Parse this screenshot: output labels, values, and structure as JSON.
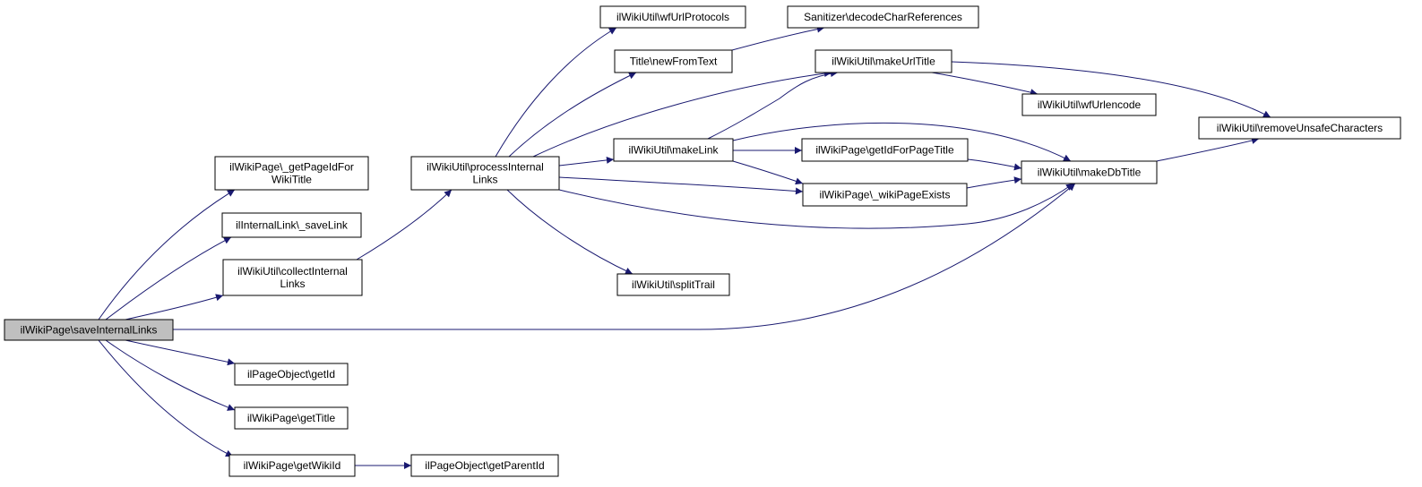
{
  "colors": {
    "edge": "#191970",
    "root_fill": "#bfbfbf",
    "node_fill": "#ffffff",
    "node_border": "#000000"
  },
  "nodes": [
    {
      "id": "saveInternalLinks",
      "lines": [
        "ilWikiPage\\saveInternalLinks"
      ],
      "root": true
    },
    {
      "id": "getPageIdForWikiTitle",
      "lines": [
        "ilWikiPage\\_getPageIdFor",
        "WikiTitle"
      ]
    },
    {
      "id": "saveLink",
      "lines": [
        "ilInternalLink\\_saveLink"
      ]
    },
    {
      "id": "collectInternalLinks",
      "lines": [
        "ilWikiUtil\\collectInternal",
        "Links"
      ]
    },
    {
      "id": "getId",
      "lines": [
        "ilPageObject\\getId"
      ]
    },
    {
      "id": "getTitle",
      "lines": [
        "ilWikiPage\\getTitle"
      ]
    },
    {
      "id": "getWikiId",
      "lines": [
        "ilWikiPage\\getWikiId"
      ]
    },
    {
      "id": "getParentId",
      "lines": [
        "ilPageObject\\getParentId"
      ]
    },
    {
      "id": "processInternalLinks",
      "lines": [
        "ilWikiUtil\\processInternal",
        "Links"
      ]
    },
    {
      "id": "wfUrlProtocols",
      "lines": [
        "ilWikiUtil\\wfUrlProtocols"
      ]
    },
    {
      "id": "newFromText",
      "lines": [
        "Title\\newFromText"
      ]
    },
    {
      "id": "makeLink",
      "lines": [
        "ilWikiUtil\\makeLink"
      ]
    },
    {
      "id": "splitTrail",
      "lines": [
        "ilWikiUtil\\splitTrail"
      ]
    },
    {
      "id": "decodeCharReferences",
      "lines": [
        "Sanitizer\\decodeCharReferences"
      ]
    },
    {
      "id": "makeUrlTitle",
      "lines": [
        "ilWikiUtil\\makeUrlTitle"
      ]
    },
    {
      "id": "getIdForPageTitle",
      "lines": [
        "ilWikiPage\\getIdForPageTitle"
      ]
    },
    {
      "id": "wikiPageExists",
      "lines": [
        "ilWikiPage\\_wikiPageExists"
      ]
    },
    {
      "id": "wfUrlencode",
      "lines": [
        "ilWikiUtil\\wfUrlencode"
      ]
    },
    {
      "id": "makeDbTitle",
      "lines": [
        "ilWikiUtil\\makeDbTitle"
      ]
    },
    {
      "id": "removeUnsafeCharacters",
      "lines": [
        "ilWikiUtil\\removeUnsafeCharacters"
      ]
    }
  ],
  "edges": [
    {
      "from": "saveInternalLinks",
      "to": "getPageIdForWikiTitle"
    },
    {
      "from": "saveInternalLinks",
      "to": "saveLink"
    },
    {
      "from": "saveInternalLinks",
      "to": "collectInternalLinks"
    },
    {
      "from": "saveInternalLinks",
      "to": "makeDbTitle"
    },
    {
      "from": "saveInternalLinks",
      "to": "getId"
    },
    {
      "from": "saveInternalLinks",
      "to": "getTitle"
    },
    {
      "from": "saveInternalLinks",
      "to": "getWikiId"
    },
    {
      "from": "collectInternalLinks",
      "to": "processInternalLinks"
    },
    {
      "from": "getWikiId",
      "to": "getParentId"
    },
    {
      "from": "processInternalLinks",
      "to": "wfUrlProtocols"
    },
    {
      "from": "processInternalLinks",
      "to": "newFromText"
    },
    {
      "from": "processInternalLinks",
      "to": "makeUrlTitle"
    },
    {
      "from": "processInternalLinks",
      "to": "makeLink"
    },
    {
      "from": "processInternalLinks",
      "to": "wikiPageExists"
    },
    {
      "from": "processInternalLinks",
      "to": "makeDbTitle"
    },
    {
      "from": "processInternalLinks",
      "to": "splitTrail"
    },
    {
      "from": "newFromText",
      "to": "decodeCharReferences"
    },
    {
      "from": "makeLink",
      "to": "makeUrlTitle"
    },
    {
      "from": "makeLink",
      "to": "getIdForPageTitle"
    },
    {
      "from": "makeLink",
      "to": "wikiPageExists"
    },
    {
      "from": "makeLink",
      "to": "makeDbTitle"
    },
    {
      "from": "makeUrlTitle",
      "to": "wfUrlencode"
    },
    {
      "from": "makeUrlTitle",
      "to": "removeUnsafeCharacters"
    },
    {
      "from": "getIdForPageTitle",
      "to": "makeDbTitle"
    },
    {
      "from": "wikiPageExists",
      "to": "makeDbTitle"
    },
    {
      "from": "makeDbTitle",
      "to": "removeUnsafeCharacters"
    }
  ]
}
